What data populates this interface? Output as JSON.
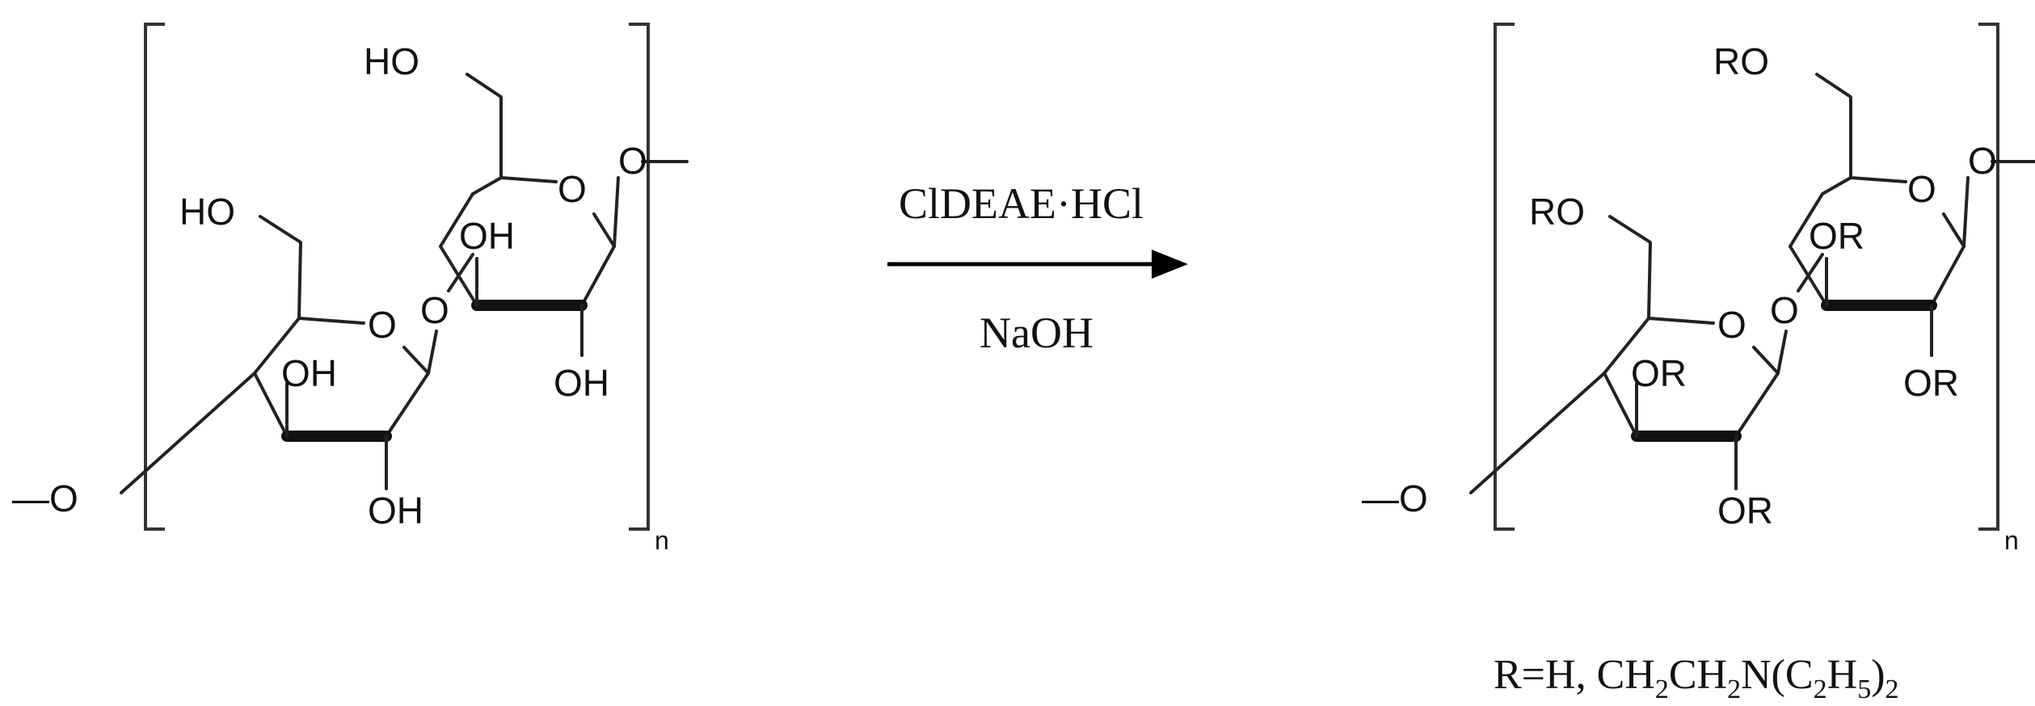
{
  "reactant": {
    "ring1_o": "O",
    "ring2_o": "O",
    "bridge_o": "O",
    "glyco_o": "O",
    "terminal_o": "—O",
    "ch2oh_1": "HO",
    "ch2oh_2": "HO",
    "oh_a": "OH",
    "oh_b": "OH",
    "oh_c": "OH",
    "oh_d": "OH",
    "repeat": "n"
  },
  "reagents": {
    "above_arrow": "ClDEAE·HCl",
    "below_arrow": "NaOH"
  },
  "product": {
    "ring1_o": "O",
    "ring2_o": "O",
    "bridge_o": "O",
    "glyco_o": "O",
    "terminal_o": "—O",
    "ch2or_1": "RO",
    "ch2or_2": "RO",
    "or_a": "OR",
    "or_b": "OR",
    "or_c": "OR",
    "or_d": "OR",
    "repeat": "n"
  },
  "r_definition": {
    "prefix": "R=H, CH",
    "sub1": "2",
    "ch": "CH",
    "sub2": "2",
    "n_open": "N(C",
    "sub3": "2",
    "h": "H",
    "sub4": "5",
    "close": ")",
    "sub5": "2"
  }
}
